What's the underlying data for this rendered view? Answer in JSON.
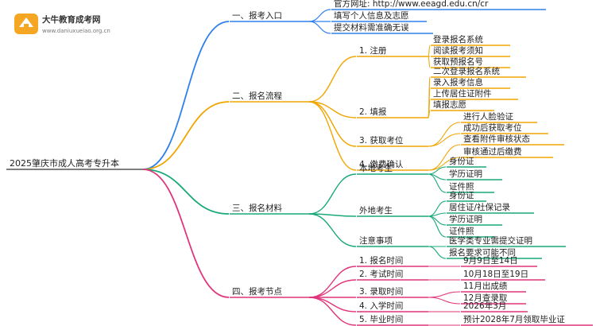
{
  "logo": {
    "title": "大牛教育成考网",
    "url": "www.daniuxueiao.org.cn"
  },
  "root": {
    "label": "2025肇庆市成人高考专升本"
  },
  "branches": [
    {
      "label": "一、报考入口",
      "color": "#2f80ed",
      "leaves": [
        "官方网址: http://www.eeagd.edu.cn/cr",
        "填写个人信息及志愿",
        "提交材料需准确无误"
      ]
    },
    {
      "label": "二、报名流程",
      "color": "#f0a500",
      "subs": [
        {
          "label": "1. 注册",
          "leaves": [
            "登录报名系统",
            "阅读报考须知",
            "获取预报名号"
          ]
        },
        {
          "label": "2. 填报",
          "leaves": [
            "二次登录报名系统",
            "录入报考信息",
            "上传居住证附件",
            "填报志愿"
          ]
        },
        {
          "label": "3. 获取考位",
          "leaves": [
            "进行人脸验证",
            "成功后获取考位"
          ]
        },
        {
          "label": "4. 缴费确认",
          "leaves": [
            "查看附件审核状态",
            "审核通过后缴费"
          ]
        }
      ]
    },
    {
      "label": "三、报名材料",
      "color": "#18a87a",
      "subs": [
        {
          "label": "本地考生",
          "leaves": [
            "身份证",
            "学历证明",
            "证件照"
          ]
        },
        {
          "label": "外地考生",
          "leaves": [
            "身份证",
            "居住证/社保记录",
            "学历证明",
            "证件照"
          ]
        },
        {
          "label": "注意事项",
          "leaves": [
            "医学类专业需提交证明",
            "报名要求可能不同"
          ]
        }
      ]
    },
    {
      "label": "四、报考节点",
      "color": "#e0357a",
      "subs": [
        {
          "label": "1. 报名时间",
          "leaves": [
            "9月9日至14日"
          ]
        },
        {
          "label": "2. 考试时间",
          "leaves": [
            "10月18日至19日"
          ]
        },
        {
          "label": "3. 录取时间",
          "leaves": [
            "11月出成绩",
            "12月查录取"
          ]
        },
        {
          "label": "4. 入学时间",
          "leaves": [
            "2026年3月"
          ]
        },
        {
          "label": "5. 毕业时间",
          "leaves": [
            "预计2028年7月领取毕业证"
          ]
        }
      ]
    }
  ]
}
